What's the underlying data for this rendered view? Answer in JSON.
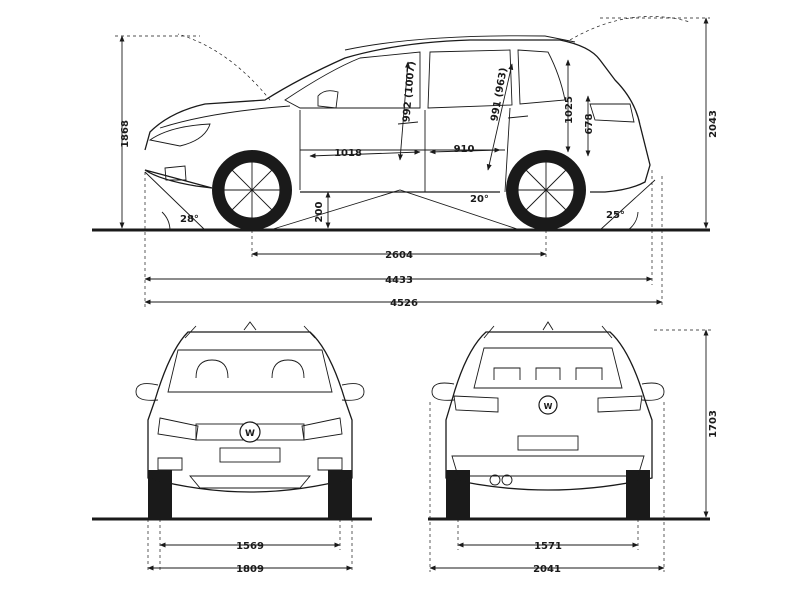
{
  "side_view": {
    "height_roof": "1868",
    "height_open_tailgate": "2043",
    "front_headroom": "992 (1007)",
    "rear_headroom": "991 (963)",
    "front_legroom": "1018",
    "rear_legroom": "910",
    "cargo_height": "1025",
    "loading_sill": "678",
    "ground_clearance": "200",
    "approach_angle": "28°",
    "ramp_angle": "20°",
    "departure_angle": "25°",
    "wheelbase": "2604",
    "overall_length": "4433",
    "overall_length_with_hitch": "4526"
  },
  "front_view": {
    "front_track": "1569",
    "width": "1809"
  },
  "rear_view": {
    "rear_track": "1571",
    "width_with_mirrors": "2041",
    "height": "1703"
  }
}
